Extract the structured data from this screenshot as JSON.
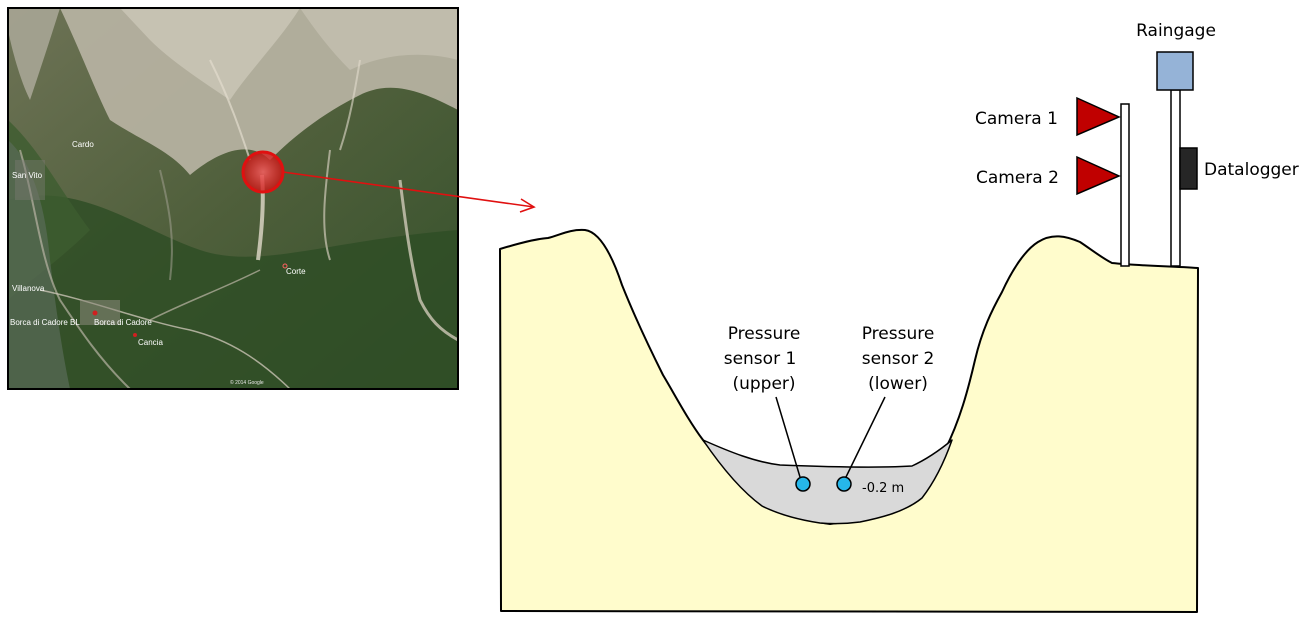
{
  "diagram": {
    "labels": {
      "raingage": "Raingage",
      "camera1": "Camera  1",
      "camera2": "Camera  2",
      "datalogger": "Datalogger",
      "sensor1_line1": "Pressure",
      "sensor1_line2": "sensor  1",
      "sensor1_line3": "(upper)",
      "sensor2_line1": "Pressure",
      "sensor2_line2": "sensor  2",
      "sensor2_line3": "(lower)",
      "sensor2_depth": "-0.2 m"
    },
    "map": {
      "place_names": [
        "Cardo",
        "San Vito",
        "Corte",
        "Villanova",
        "Borca di Cadore BL",
        "Borca di Cadore",
        "Cancia"
      ],
      "copyright": "© 2014 Google"
    },
    "colors": {
      "terrain_fill": "#fffccc",
      "deposit_fill": "#d9d9d9",
      "sensor_fill": "#26b7ea",
      "camera_fill": "#c00000",
      "raingage_fill": "#95b3d7",
      "datalogger_fill": "#262626",
      "marker_red": "#e01010"
    }
  }
}
